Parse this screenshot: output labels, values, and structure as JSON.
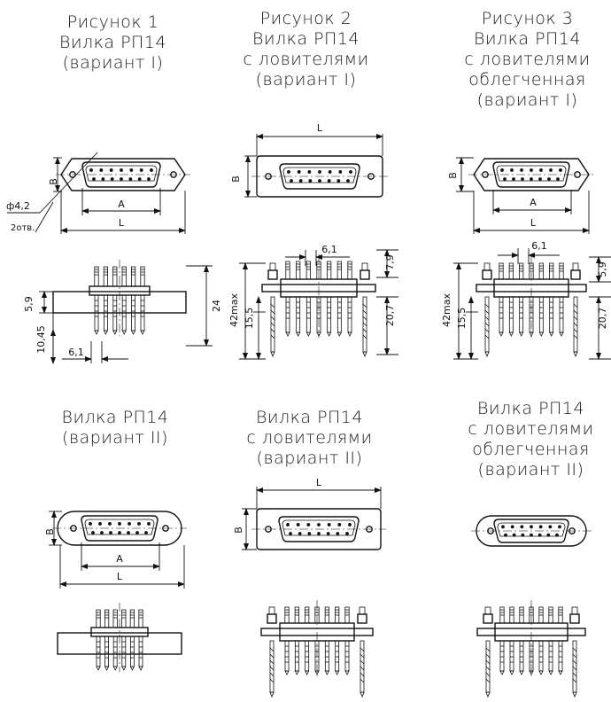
{
  "captions": {
    "fig1": [
      "Рисунок 1",
      "Вилка РП14",
      "(вариант I)"
    ],
    "fig2": [
      "Рисунок 2",
      "Вилка РП14",
      "с ловителями",
      "(вариант I)"
    ],
    "fig3": [
      "Рисунок 3",
      "Вилка РП14",
      "с ловителями",
      "облегченная",
      "(вариант I)"
    ],
    "fig4": [
      "Вилка РП14",
      "(вариант II)"
    ],
    "fig5": [
      "Вилка РП14",
      "с ловителями",
      "(вариант II)"
    ],
    "fig6": [
      "Вилка РП14",
      "с ловителями",
      "облегченная",
      "(вариант II)"
    ]
  },
  "dims": {
    "B": "B",
    "A": "A",
    "L": "L",
    "hole": "ф4,2",
    "holes_count": "2отв.",
    "pitch": "6,1",
    "h_5_9": "5,9",
    "h_24": "24",
    "h_10_45": "10,45",
    "h_42max": "42max",
    "h_15_5": "15,5",
    "h_7_9": "7,9",
    "h_20_7": "20,7"
  }
}
